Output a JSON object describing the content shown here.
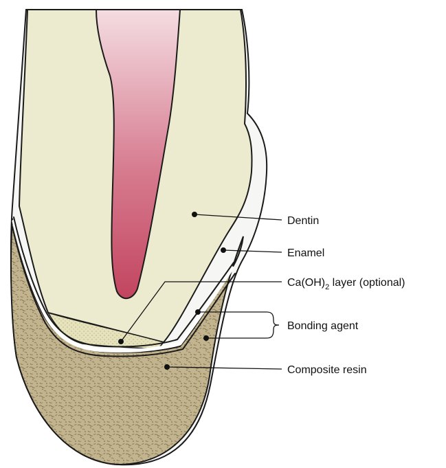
{
  "labels": {
    "dentin": "Dentin",
    "enamel": "Enamel",
    "caoh_prefix": "Ca(OH)",
    "caoh_sub": "2",
    "caoh_suffix": " layer (optional)",
    "bonding_agent": "Bonding agent",
    "composite_resin": "Composite resin"
  },
  "colors": {
    "dentin": "#ecebcf",
    "enamel": "#f6f6f4",
    "pulp_top": "#f4dde2",
    "pulp_bottom": "#c2455f",
    "composite": "#c2b48e",
    "composite_speckle": "#8a7a56",
    "bonding_agent": "#ffffff",
    "caoh_layer": "#e6e2bc"
  }
}
